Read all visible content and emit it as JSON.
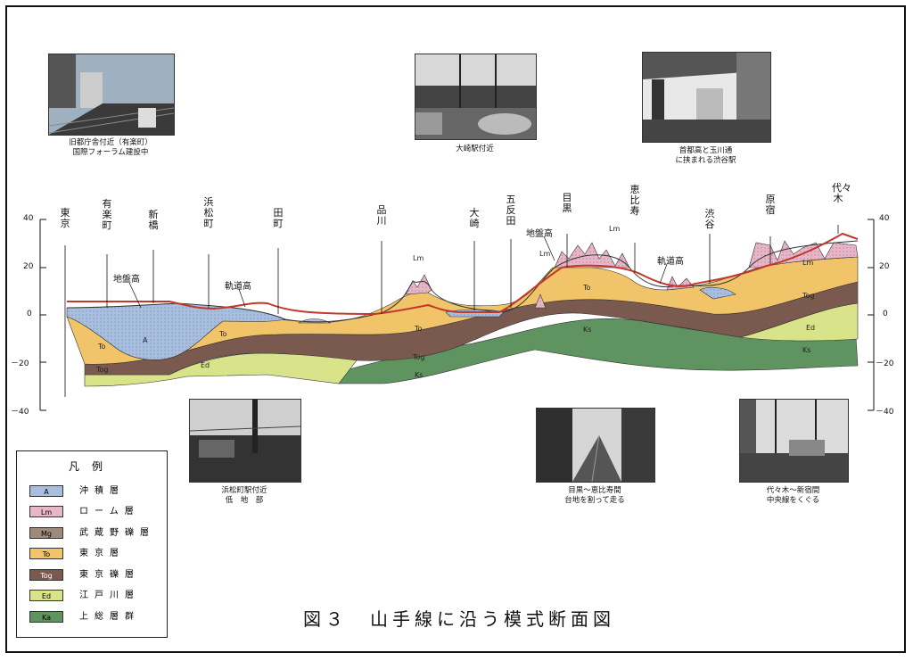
{
  "photos": [
    {
      "caption": "旧都庁舎付近（有楽町）\n国際フォーラム建設中"
    },
    {
      "caption": "大崎駅付近"
    },
    {
      "caption": "首都高と玉川通\nに挟まれる渋谷駅"
    },
    {
      "caption": "浜松町駅付近\n低　地　部"
    },
    {
      "caption": "目黒～恵比寿間\n台地を割って走る"
    },
    {
      "caption": "代々木～新宿間\n中央線をくぐる"
    }
  ],
  "stations": [
    "東京",
    "有楽町",
    "新橋",
    "浜松町",
    "田町",
    "品川",
    "大崎",
    "五反田",
    "目黒",
    "恵比寿",
    "渋谷",
    "原宿",
    "代々木"
  ],
  "axis": {
    "ticks": [
      "40",
      "20",
      "0",
      "－20",
      "－40"
    ]
  },
  "annotations": {
    "ground_left": "地盤高",
    "track_left": "軌道高",
    "ground_right": "地盤高",
    "track_right": "軌道高",
    "lm": "Lm"
  },
  "layer_labels": {
    "A": "A",
    "To": "To",
    "Tog": "Tog",
    "Ed": "Ed",
    "Ks": "Ks",
    "Lm": "Lm"
  },
  "legend": {
    "title": "凡例",
    "items": [
      {
        "code": "A",
        "name": "沖積層",
        "color": "#a9bfe0"
      },
      {
        "code": "Lm",
        "name": "ローム層",
        "color": "#e7b6c8"
      },
      {
        "code": "Mg",
        "name": "武蔵野礫層",
        "color": "#9c8a7a"
      },
      {
        "code": "To",
        "name": "東京層",
        "color": "#f2c46a"
      },
      {
        "code": "Tog",
        "name": "東京礫層",
        "color": "#7a5a4e"
      },
      {
        "code": "Ed",
        "name": "江戸川層",
        "color": "#d9e48a"
      },
      {
        "code": "Ka",
        "name": "上総層群",
        "color": "#5f9460"
      }
    ]
  },
  "title": "図３　山手線に沿う模式断面図",
  "colors": {
    "track_line": "#c0392b",
    "ground_line": "#333333"
  }
}
